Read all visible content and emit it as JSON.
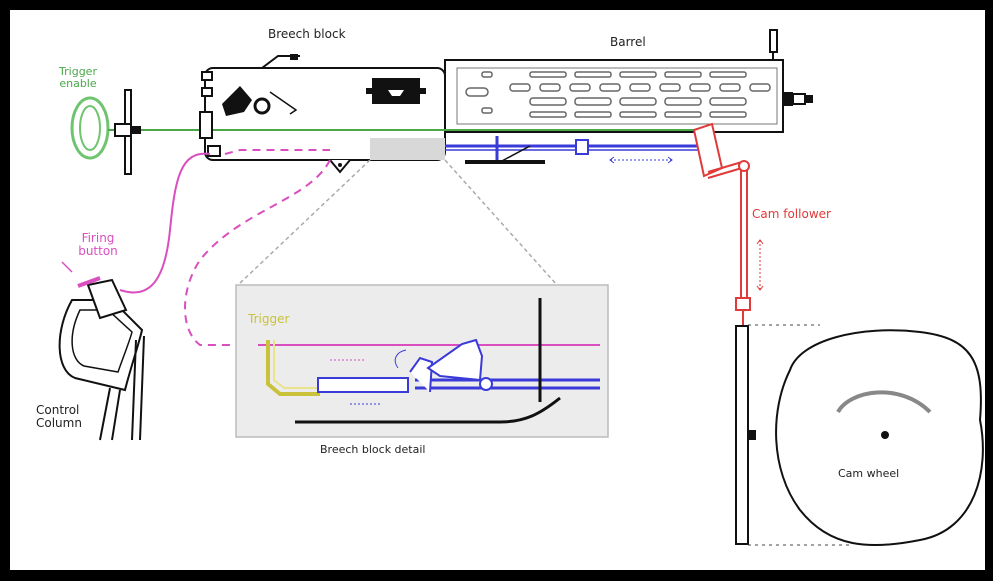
{
  "labels": {
    "breech_block": "Breech block",
    "barrel": "Barrel",
    "trigger_enable": "Trigger\nenable",
    "firing_button": "Firing\nbutton",
    "control_column": "Control\nColumn",
    "trigger": "Trigger",
    "breech_block_detail": "Breech block detail",
    "cam_follower": "Cam follower",
    "cam_wheel": "Cam wheel"
  },
  "colors": {
    "background": "#ffffff",
    "frame": "#000000",
    "trigger_enable": "#4aa84a",
    "firing_button": "#d94fbf",
    "cam_follower": "#e03a3a",
    "trigger": "#c9c23a",
    "linkage": "#3a3ad9",
    "detail_panel": "#ececec"
  }
}
